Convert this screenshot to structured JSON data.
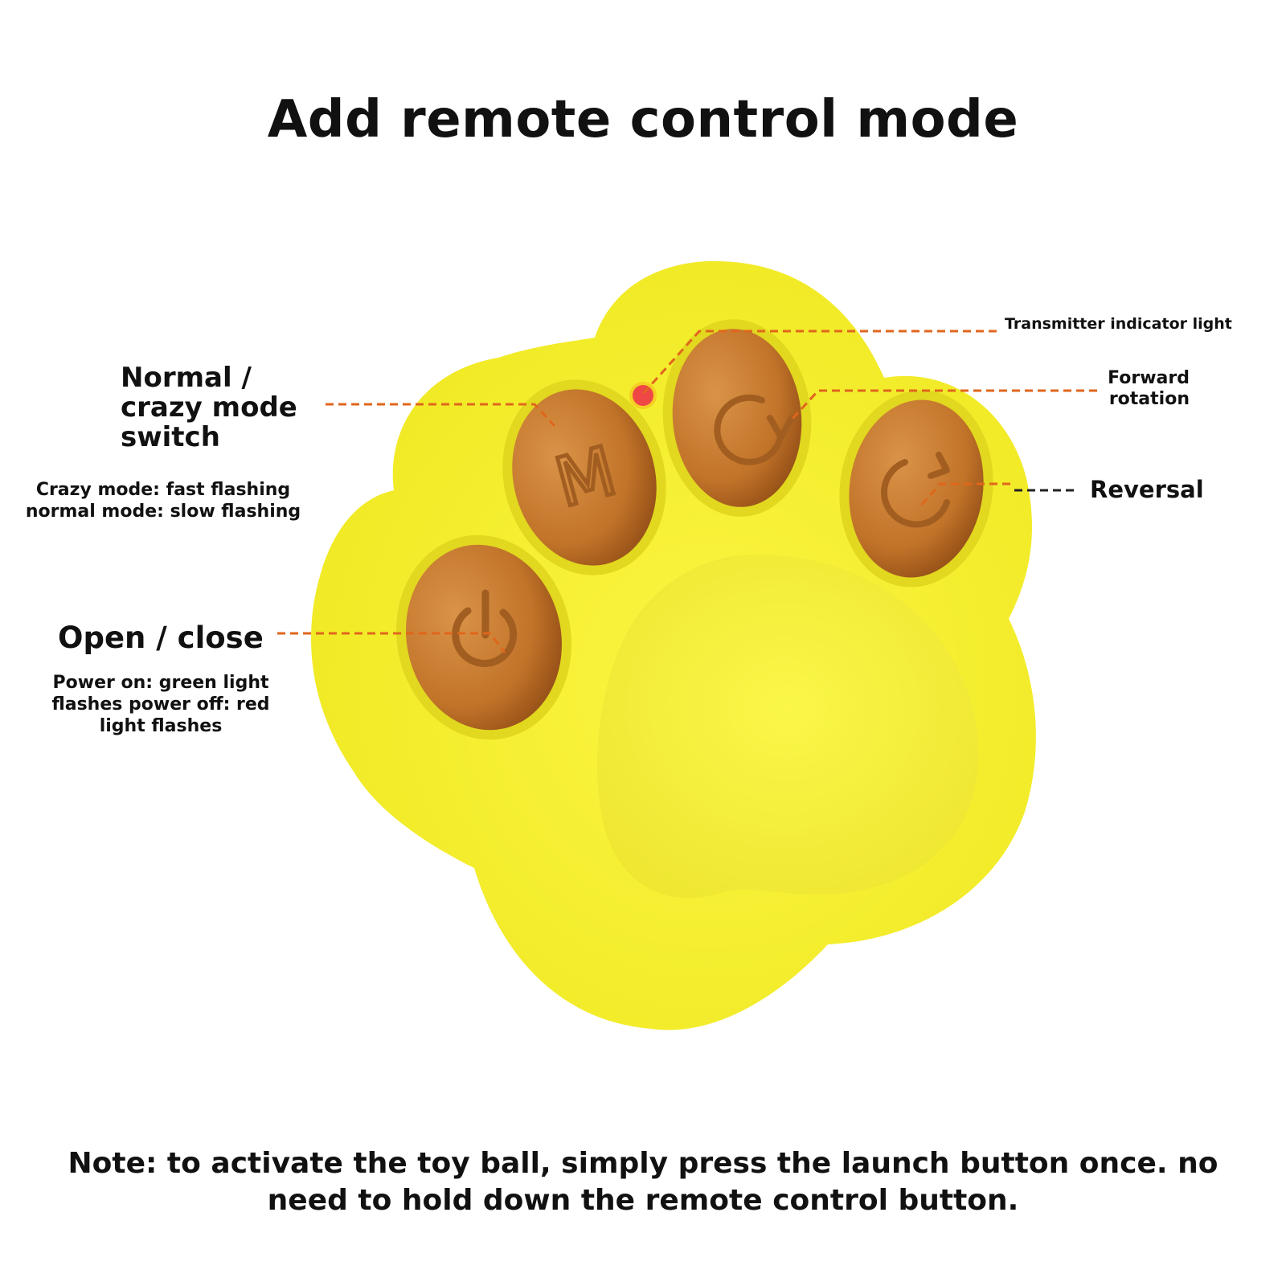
{
  "title": "Add remote control mode",
  "buttons": {
    "mode": "M"
  },
  "labels": {
    "mode_switch": [
      "Normal /",
      "crazy mode",
      "switch"
    ],
    "mode_desc": [
      "Crazy mode: fast flashing",
      "normal mode: slow flashing"
    ],
    "open_close": "Open / close",
    "power_desc": "Power on: green light flashes power off: red light flashes",
    "transmitter": "Transmitter indicator light",
    "forward": [
      "Forward",
      "rotation"
    ],
    "reversal": "Reversal"
  },
  "note": "Note: to activate the toy ball, simply press the launch button once. no need to hold down the remote control button.",
  "colors": {
    "body": "#f3ec2a",
    "button": "#c97b2f",
    "leader": "#e0661c",
    "indicator": "#ef4646"
  }
}
